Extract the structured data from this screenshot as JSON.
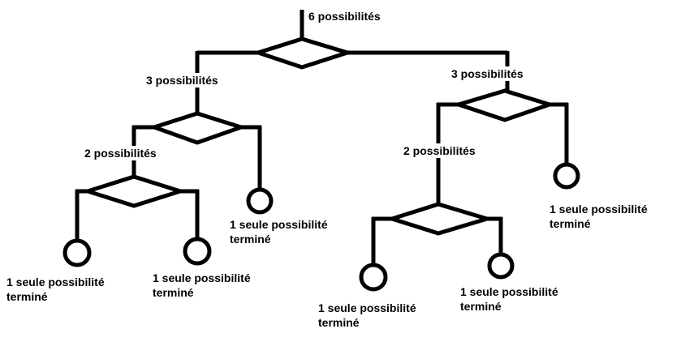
{
  "colors": {
    "stroke": "#000000",
    "background": "#ffffff"
  },
  "labels": {
    "root": "6 possibilités",
    "left_branch": "3 possibilités",
    "right_branch": "3 possibilités",
    "left_sub": "2 possibilités",
    "right_sub": "2 possibilités"
  },
  "leaf": {
    "line1": "1 seule possibilité",
    "line2": "terminé"
  }
}
